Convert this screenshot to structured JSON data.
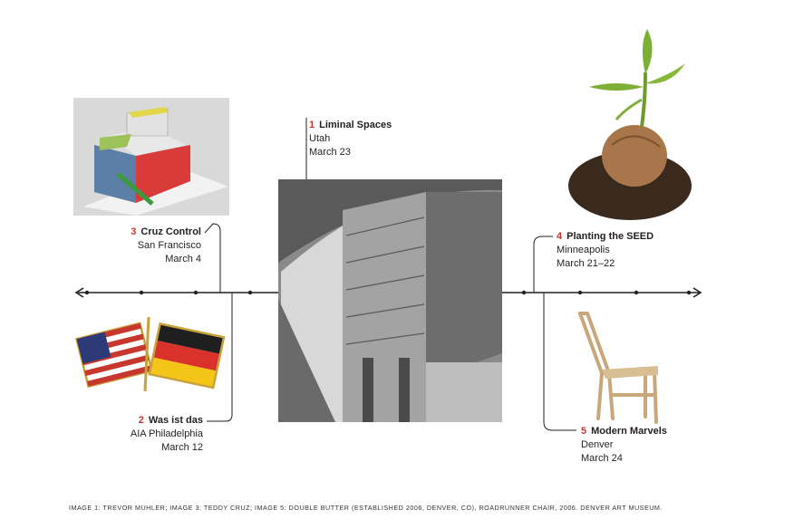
{
  "events": [
    {
      "number": "1",
      "title": "Liminal Spaces",
      "location": "Utah",
      "date": "March 23"
    },
    {
      "number": "2",
      "title": "Was ist das",
      "location": "AIA Philadelphia",
      "date": "March 12"
    },
    {
      "number": "3",
      "title": "Cruz Control",
      "location": "San Francisco",
      "date": "March 4"
    },
    {
      "number": "4",
      "title": "Planting the SEED",
      "location": "Minneapolis",
      "date": "March 21–22"
    },
    {
      "number": "5",
      "title": "Modern Marvels",
      "location": "Denver",
      "date": "March 24"
    }
  ],
  "credit": "Image 1: Trevor Muhler; Image 3: Teddy Cruz; Image 5: Double Butter (established 2006, Denver, CO), Roadrunner Chair, 2006. Denver Art Museum.",
  "colors": {
    "accent_number": "#c8372d",
    "line": "#231f20"
  }
}
